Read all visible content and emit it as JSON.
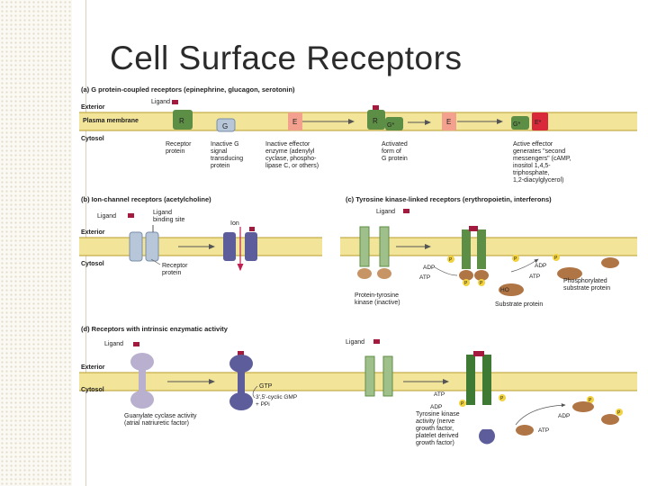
{
  "title": "Cell Surface Receptors",
  "colors": {
    "membrane": "#f2e59a",
    "membrane_line": "#b89b2a",
    "green": "#5d8e45",
    "purple": "#5d5d9c",
    "lavender": "#b9b0d0",
    "blue_gray": "#b7c6d9",
    "salmon": "#f4a08f",
    "red": "#d8283a",
    "brown": "#b07545",
    "ligand": "#a41a3e"
  },
  "panel_a": {
    "heading": "(a) G protein-coupled receptors (epinephrine, glucagon, serotonin)",
    "labels": {
      "ligand": "Ligand",
      "exterior": "Exterior",
      "plasma_membrane": "Plasma membrane",
      "cytosol": "Cytosol",
      "r": "R",
      "g": "G",
      "e": "E",
      "r2": "R",
      "g_star": "G*",
      "e2": "E",
      "g_star2": "G*",
      "e_star": "E*"
    },
    "captions": {
      "receptor": [
        "Receptor",
        "protein"
      ],
      "inactive_g": [
        "Inactive G",
        "signal",
        "transducing",
        "protein"
      ],
      "inactive_effector": [
        "Inactive effector",
        "enzyme (adenylyl",
        "cyclase, phospho-",
        "lipase C, or others)"
      ],
      "activated": [
        "Activated",
        "form of",
        "G protein"
      ],
      "active_effector": [
        "Active effector",
        "generates \"second",
        "messengers\" (cAMP,",
        "inositol 1,4,5-",
        "triphosphate,",
        "1,2-diacylglycerol)"
      ]
    }
  },
  "panel_b": {
    "heading": "(b) Ion-channel receptors (acetylcholine)",
    "labels": {
      "ligand": "Ligand",
      "binding_site": [
        "Ligand",
        "binding site"
      ],
      "ion": "Ion",
      "exterior": "Exterior",
      "cytosol": "Cytosol",
      "receptor": [
        "Receptor",
        "protein"
      ]
    }
  },
  "panel_c": {
    "heading": "(c) Tyrosine kinase-linked receptors (erythropoietin, interferons)",
    "labels": {
      "ligand": "Ligand",
      "p": "P",
      "adp": "ADP",
      "atp": "ATP",
      "adp2": "ADP",
      "atp2": "ATP",
      "ho": "HO",
      "phosphorylated": [
        "Phosphorylated",
        "substrate protein"
      ],
      "kinase": [
        "Protein-tyrosine",
        "kinase (inactive)"
      ],
      "substrate": "Substrate protein"
    }
  },
  "panel_d": {
    "heading": "(d) Receptors with intrinsic enzymatic activity",
    "labels": {
      "ligand": "Ligand",
      "ligand2": "Ligand",
      "exterior": "Exterior",
      "cytosol": "Cytosol",
      "gtp": "GTP",
      "cgmp": "3',5'-cyclic GMP",
      "ppi": "+ PPi",
      "guanylate": [
        "Guanylate cyclase activity",
        "(atrial natriuretic factor)"
      ],
      "tyrosine_kinase": [
        "Tyrosine kinase",
        "activity (nerve",
        "growth factor,",
        "platelet derived",
        "growth factor)"
      ],
      "atp": "ATP",
      "adp": "ADP",
      "adp2": "ADP",
      "atp2": "ATP",
      "p": "P"
    }
  }
}
